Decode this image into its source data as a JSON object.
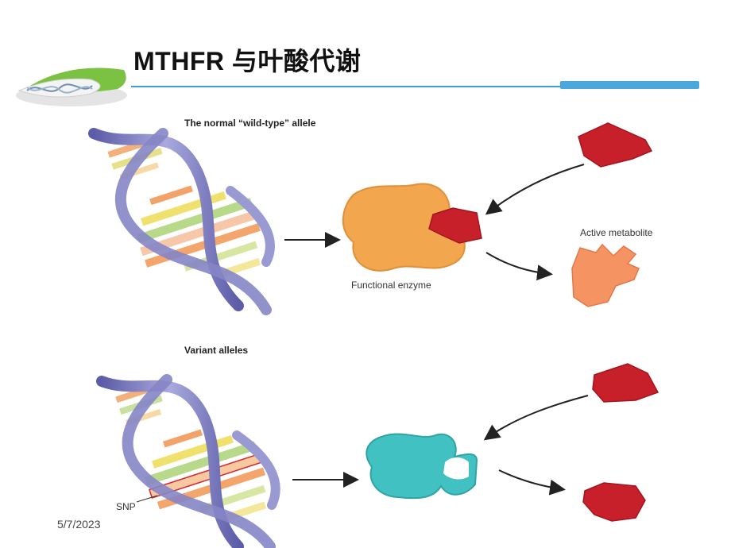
{
  "slide": {
    "title": "MTHFR 与叶酸代谢",
    "date": "5/7/2023"
  },
  "top_panel": {
    "heading": "The normal “wild-type” allele",
    "enzyme_label": "Functional enzyme",
    "metabolite_label": "Active metabolite"
  },
  "bottom_panel": {
    "heading": "Variant alleles",
    "snp_label": "SNP"
  },
  "colors": {
    "accent_blue": "#4aa8dc",
    "functional_enzyme": "#f2a64e",
    "variant_enzyme": "#42c1c3",
    "substrate": "#c8202b",
    "active_metabolite": "#f59462",
    "dna_backbone": "#7f7fbd"
  }
}
